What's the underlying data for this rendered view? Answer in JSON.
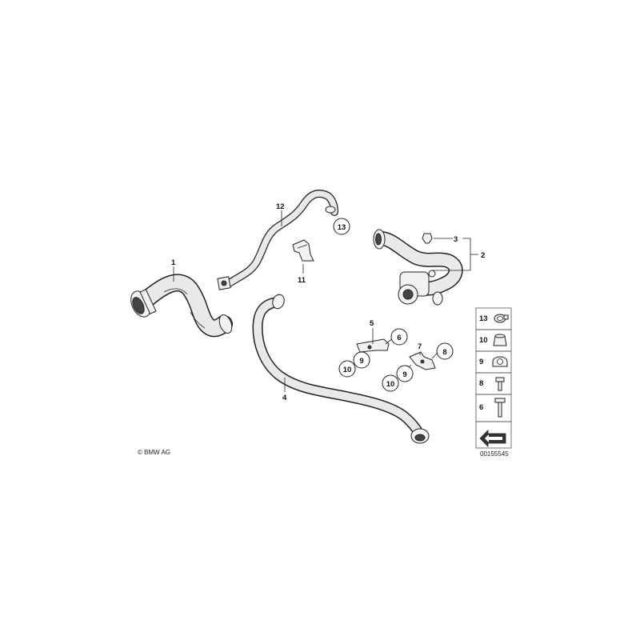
{
  "copyright": "© BMW AG",
  "diagram_id": "00155545",
  "labels": {
    "p1": "1",
    "p2": "2",
    "p3": "3",
    "p4": "4",
    "p5": "5",
    "p6": "6",
    "p7": "7",
    "p8": "8",
    "p9a": "9",
    "p9b": "9",
    "p10a": "10",
    "p10b": "10",
    "p11": "11",
    "p12": "12",
    "p13": "13"
  },
  "legend": {
    "items": [
      "13",
      "10",
      "9",
      "8",
      "6"
    ]
  }
}
